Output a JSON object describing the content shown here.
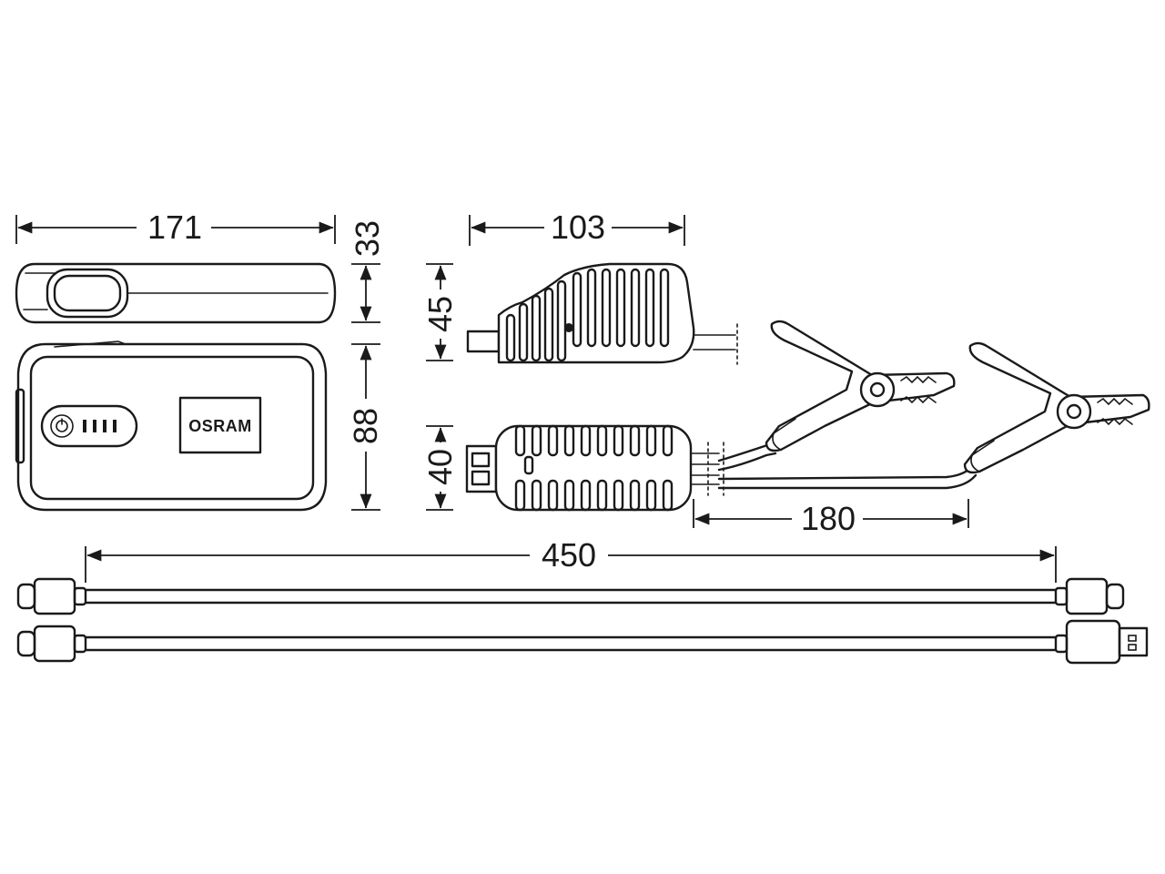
{
  "brand": {
    "logo_text": "OSRAM"
  },
  "dimensions": {
    "unit_length": "171",
    "unit_thickness": "33",
    "unit_height": "88",
    "clamp_box_length": "103",
    "clamp_box_side_height": "45",
    "clamp_box_top_height": "40",
    "clamp_cable_length": "180",
    "usb_cable_length": "450"
  },
  "colors": {
    "line": "#1a1a1a",
    "background": "#ffffff"
  },
  "icons": [
    "power-icon",
    "battery-level-indicator-icon"
  ]
}
